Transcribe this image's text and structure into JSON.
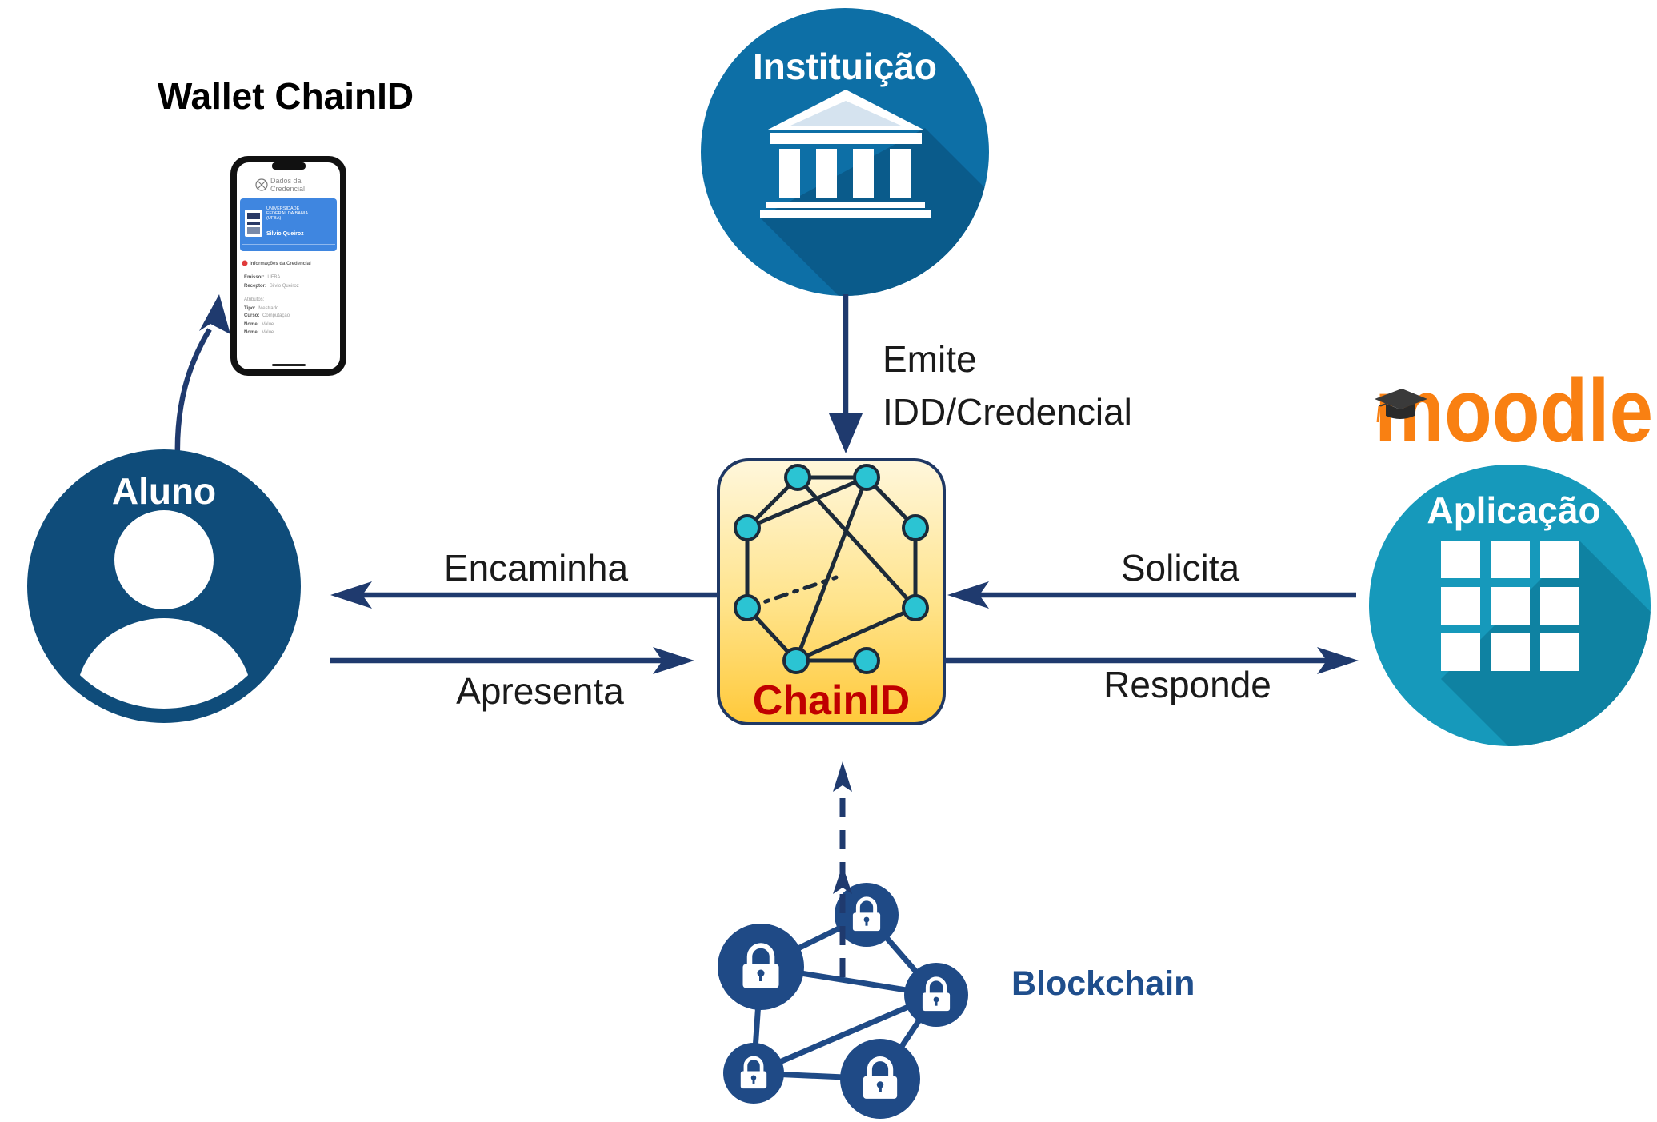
{
  "wallet": {
    "title": "Wallet ChainID",
    "phone": {
      "header_line1": "Dados da",
      "header_line2": "Credencial",
      "card": {
        "institution": [
          "UNIVERSIDADE",
          "FEDERAL DA BAHIA",
          "(UFBA)"
        ],
        "holder": "Silvio Queiroz"
      },
      "section_title": "Informações da Credencial",
      "fields": [
        {
          "key": "Emissor:",
          "value": "UFBA"
        },
        {
          "key": "Receptor:",
          "value": "Silvio Queiroz"
        }
      ],
      "attributes_title": "Atributos:",
      "attributes": [
        {
          "key": "Tipo:",
          "value": "Mestrado"
        },
        {
          "key": "Curso:",
          "value": "Computação"
        },
        {
          "key": "Nome:",
          "value": "Value"
        },
        {
          "key": "Nome:",
          "value": "Value"
        }
      ]
    }
  },
  "nodes": {
    "aluno": "Aluno",
    "instituicao": "Instituição",
    "aplicacao": "Aplicação",
    "chainid": "ChainID",
    "blockchain": "Blockchain"
  },
  "edges": {
    "emite_line1": "Emite",
    "emite_line2": "IDD/Credencial",
    "encaminha": "Encaminha",
    "apresenta": "Apresenta",
    "solicita": "Solicita",
    "responde": "Responde"
  },
  "logo": {
    "moodle": "moodle"
  },
  "icons": [
    "smartphone-icon",
    "user-icon",
    "bank-building-icon",
    "network-graph-icon",
    "app-grid-icon",
    "lock-icon",
    "mortarboard-icon"
  ],
  "colors": {
    "arrow": "#1f3a6e",
    "aluno": "#0f4c7a",
    "instituicao": "#0d6fa6",
    "aplicacao": "#1699bb",
    "chainid_text": "#c00000",
    "chainid_border": "#1f3864",
    "blockchain": "#1f4a86",
    "moodle": "#f98012"
  }
}
